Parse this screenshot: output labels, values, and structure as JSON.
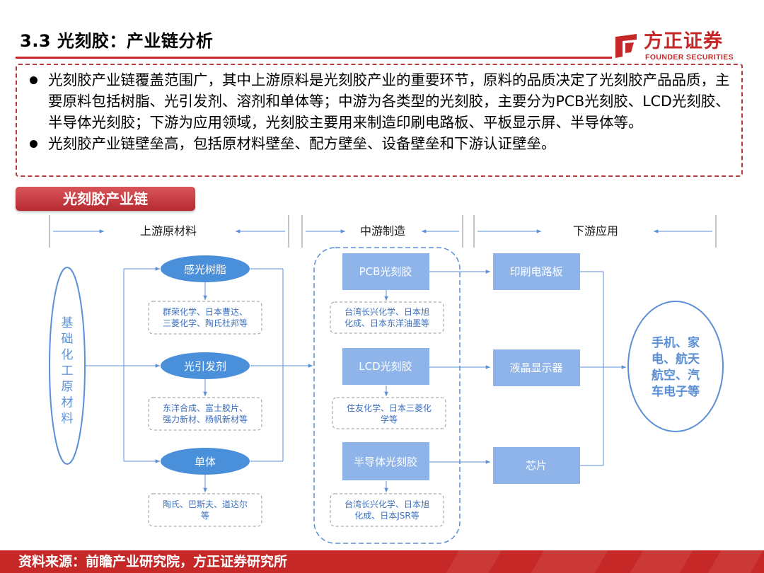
{
  "header": {
    "title": "3.3 光刻胶：产业链分析",
    "logo_name": "方正证券",
    "logo_en": "FOUNDER SECURITIES"
  },
  "summary": {
    "bullets": [
      "光刻胶产业链覆盖范围广，其中上游原料是光刻胶产业的重要环节，原料的品质决定了光刻胶产品品质，主要原料包括树脂、光引发剂、溶剂和单体等；中游为各类型的光刻胶，主要分为PCB光刻胶、LCD光刻胶、半导体光刻胶；下游为应用领域，光刻胶主要用来制造印刷电路板、平板显示屏、半导体等。",
      "光刻胶产业链壁垒高，包括原材料壁垒、配方壁垒、设备壁垒和下游认证壁垒。"
    ]
  },
  "section": {
    "label": "光刻胶产业链"
  },
  "diagram": {
    "stage_labels": [
      "上游原材料",
      "中游制造",
      "下游应用"
    ],
    "base_label": "基础化工原材料",
    "upstream": [
      {
        "label": "感光树脂",
        "suppliers": [
          "群荣化学、日本曹达、",
          "三菱化学、陶氏杜邦等"
        ]
      },
      {
        "label": "光引发剂",
        "suppliers": [
          "东洋合成、富士胶片、",
          "强力新材、杨帆新材等"
        ]
      },
      {
        "label": "单体",
        "suppliers": [
          "陶氏、巴斯夫、道达尔",
          "等"
        ]
      }
    ],
    "midstream": [
      {
        "label": "PCB光刻胶",
        "suppliers": [
          "台湾长兴化学、日本旭",
          "化成、日本东洋油墨等"
        ]
      },
      {
        "label": "LCD光刻胶",
        "suppliers": [
          "住友化学、日本三菱化",
          "学等"
        ]
      },
      {
        "label": "半导体光刻胶",
        "suppliers": [
          "台湾长兴化学、日本旭",
          "化成、日本JSR等"
        ]
      }
    ],
    "downstream": [
      "印刷电路板",
      "液晶显示器",
      "芯片"
    ],
    "end_use": [
      "手机、家",
      "电、航天",
      "航空、汽",
      "车电子等"
    ]
  },
  "footer": {
    "source": "资料来源：前瞻产业研究院，方正证券研究所"
  },
  "colors": {
    "brand_red": "#c62828",
    "node_blue": "#4a8fd9",
    "box_blue": "#8eb4ea",
    "line_blue": "#5b8fd6",
    "dash_gray": "#9a9a9a"
  }
}
